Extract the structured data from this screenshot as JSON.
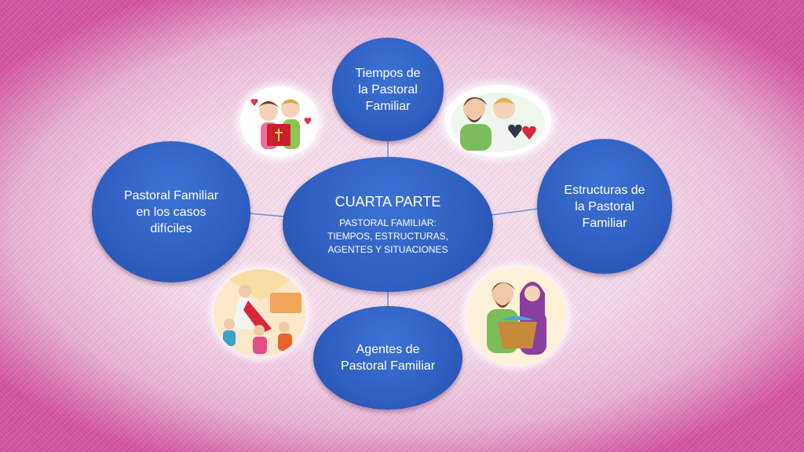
{
  "diagram": {
    "center": {
      "title": "CUARTA PARTE",
      "subtitle_lines": [
        "PASTORAL FAMILIAR:",
        "TIEMPOS, ESTRUCTURAS,",
        "AGENTES Y SITUACIONES"
      ]
    },
    "nodes": {
      "tiempos": [
        "Tiempos de",
        "la Pastoral",
        "Familiar"
      ],
      "estructuras": [
        "Estructuras de",
        "la Pastoral",
        "Familiar"
      ],
      "agentes": [
        "Agentes de",
        "Pastoral Familiar"
      ],
      "dificiles": [
        "Pastoral Familiar",
        "en los casos",
        "difíciles"
      ]
    }
  },
  "colors": {
    "node_fill": "#2f5fc0",
    "connector": "#6f93c8",
    "border_pink": "#d4529f",
    "background_light": "#f7dcee"
  },
  "illustrations": [
    {
      "name": "couple-with-bible-illustration"
    },
    {
      "name": "two-figures-with-hearts-illustration"
    },
    {
      "name": "jesus-with-crowd-illustration"
    },
    {
      "name": "couple-with-basket-illustration"
    }
  ]
}
